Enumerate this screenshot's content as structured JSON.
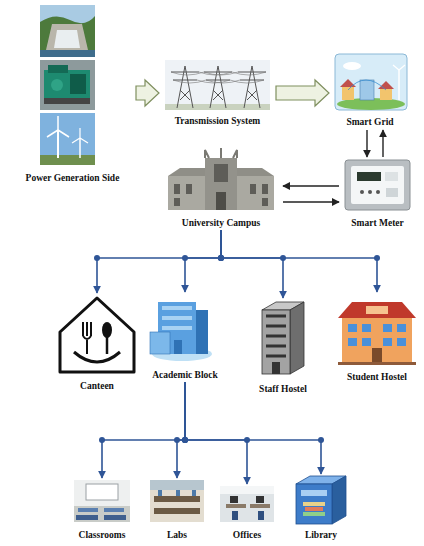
{
  "diagram": {
    "nodes": [
      {
        "text": [
          "Power Generation Side"
        ]
      },
      {
        "text": [
          "Transmission System"
        ]
      },
      {
        "text": [
          "Smart Grid"
        ]
      },
      {
        "text": [
          "University Campus"
        ]
      },
      {
        "text": [
          "Smart Meter"
        ]
      },
      {
        "text": [
          "Canteen"
        ]
      },
      {
        "text": [
          "Academic Block"
        ]
      },
      {
        "text": [
          "Staff Hostel"
        ]
      },
      {
        "text": [
          "Student Hostel"
        ]
      },
      {
        "text": [
          "Classrooms"
        ]
      },
      {
        "text": [
          "Labs"
        ]
      },
      {
        "text": [
          "Offices"
        ]
      },
      {
        "text": [
          "Library"
        ]
      }
    ],
    "edges": [
      {
        "from": 0,
        "to": 1,
        "arrow": "to"
      },
      {
        "from": 1,
        "to": 2,
        "arrow": "to"
      },
      {
        "from": 2,
        "to": 4,
        "arrow": "to"
      },
      {
        "from": 4,
        "to": 2,
        "arrow": "to"
      },
      {
        "from": 4,
        "to": 3,
        "arrow": "to"
      },
      {
        "from": 3,
        "to": 4,
        "arrow": "to"
      },
      {
        "from": 3,
        "to": 5,
        "arrow": "to"
      },
      {
        "from": 3,
        "to": 6,
        "arrow": "to"
      },
      {
        "from": 3,
        "to": 7,
        "arrow": "to"
      },
      {
        "from": 3,
        "to": 8,
        "arrow": "to"
      },
      {
        "from": 6,
        "to": 9,
        "arrow": "to"
      },
      {
        "from": 6,
        "to": 10,
        "arrow": "to"
      },
      {
        "from": 6,
        "to": 11,
        "arrow": "to"
      },
      {
        "from": 6,
        "to": 12,
        "arrow": "to"
      }
    ]
  }
}
